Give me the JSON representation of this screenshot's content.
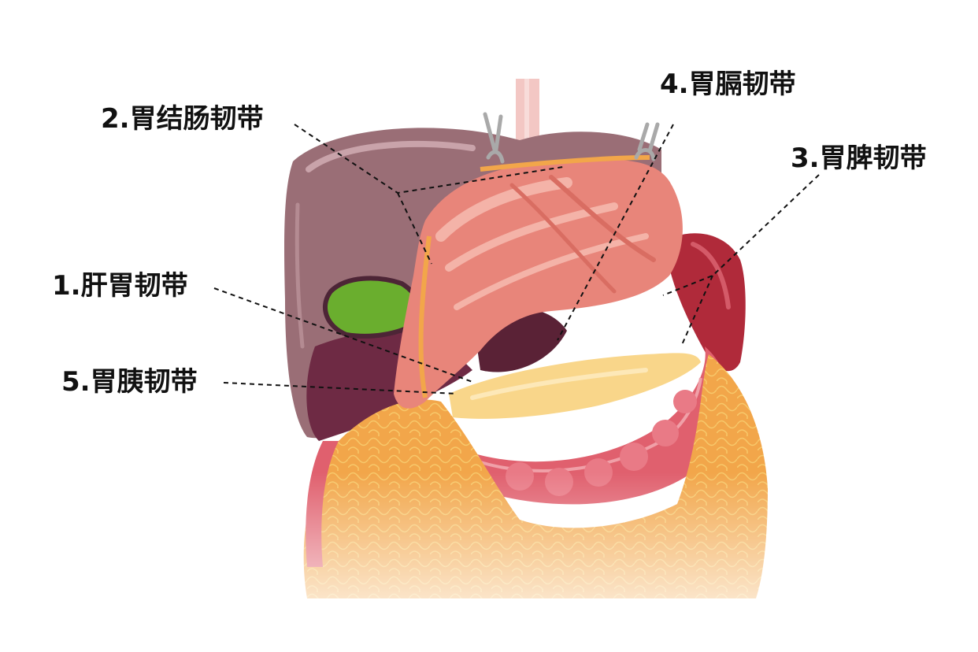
{
  "labels": {
    "hepatogastric": "1.肝胃韧带",
    "gastrocolic": "2.胃结肠韧带",
    "gastrosplenic": "3.胃脾韧带",
    "gastrophrenic": "4.胃膈韧带",
    "gastropancreatic": "5.胃胰韧带"
  },
  "colors": {
    "liver": "#9a6e76",
    "stomach": "#e8857a",
    "gallbladder": "#6aae2e",
    "spleen": "#b02a3a",
    "omentum": "#f2a64a",
    "colon": "#e0606e",
    "pancreas": "#f9d68a",
    "leader_line": "#111111"
  }
}
